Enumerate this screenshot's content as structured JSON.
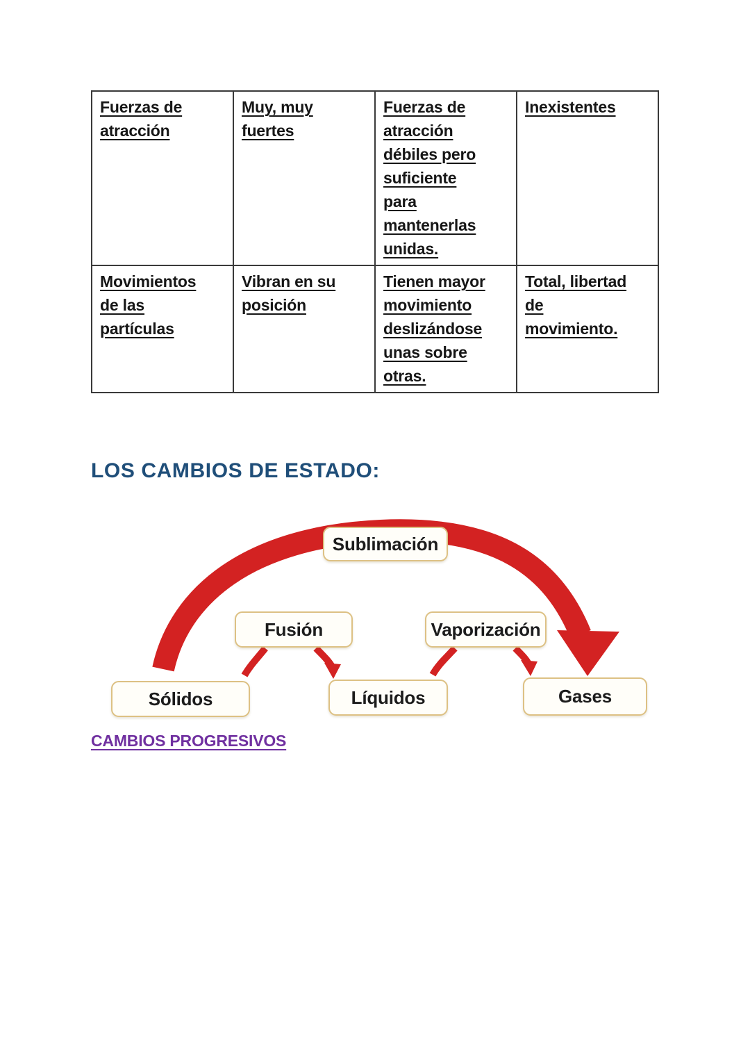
{
  "table": {
    "rows": [
      {
        "cells": [
          "Fuerzas de\natracción",
          "Muy, muy\nfuertes",
          "Fuerzas de\natracción\ndébiles pero\nsuficiente\npara\nmantenerlas\nunidas.",
          "Inexistentes"
        ]
      },
      {
        "cells": [
          "Movimientos\nde las\npartículas",
          "Vibran en su\nposición",
          "Tienen mayor\nmovimiento\ndeslizándose\nunas sobre\notras.",
          "Total, libertad\nde\nmovimiento."
        ]
      }
    ]
  },
  "heading": {
    "text": "LOS CAMBIOS DE ESTADO:",
    "color": "#1f4e79"
  },
  "diagram": {
    "top_box": "Sublimación",
    "middle_boxes": [
      "Fusión",
      "Vaporización"
    ],
    "bottom_boxes": [
      "Sólidos",
      "Líquidos",
      "Gases"
    ],
    "arrow_color": "#d32222",
    "box_border_color": "#ddc184"
  },
  "link": {
    "text": "CAMBIOS PROGRESIVOS",
    "color": "#7030a0"
  }
}
